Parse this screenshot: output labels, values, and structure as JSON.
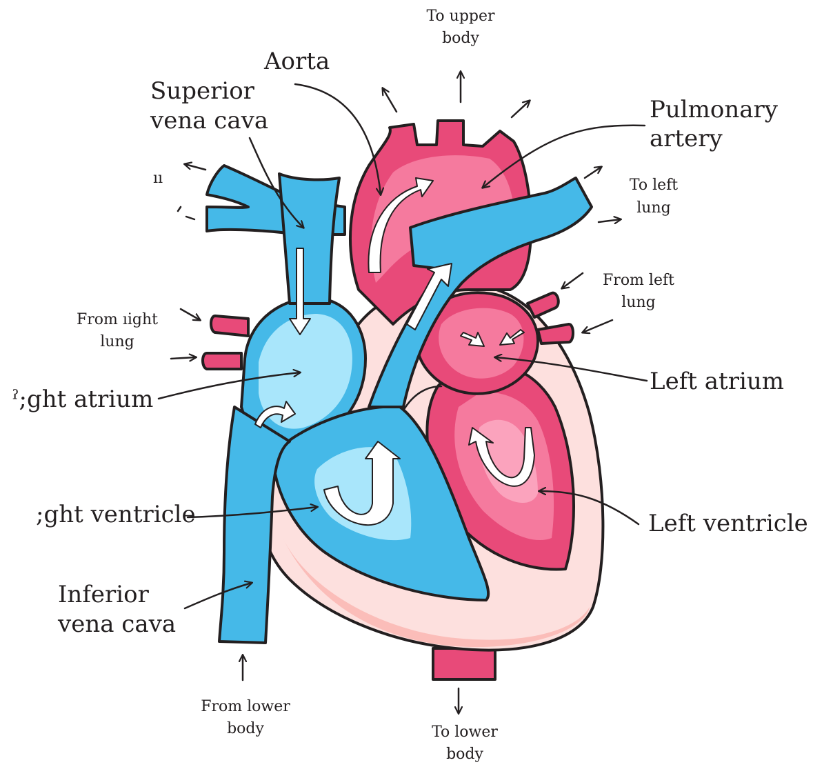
{
  "labels": {
    "to_upper_body": [
      "To upper",
      "body"
    ],
    "aorta": "Aorta",
    "superior_vena_cava": [
      "Superior",
      "vena cava"
    ],
    "pulmonary_artery": [
      "Pulmonary",
      "artery"
    ],
    "to_right_lung_fragment": "ıı",
    "to_left_lung": [
      "To left",
      "lung"
    ],
    "from_left_lung": [
      "From left",
      "lung"
    ],
    "from_right_lung": [
      "From ıight",
      "lung"
    ],
    "right_atrium": "ˀ;ght atrium",
    "left_atrium": "Left atrium",
    "right_ventricle": ";ght ventricle",
    "left_ventricle": "Left ventricle",
    "inferior_vena_cava": [
      "Inferior",
      "vena cava"
    ],
    "from_lower_body": [
      "From lower",
      "body"
    ],
    "to_lower_body": [
      "To lower",
      "body"
    ]
  },
  "colors": {
    "deoxygenated_blue": "#45b9e8",
    "light_blue": "#a9e6fb",
    "oxygenated_red": "#e84a79",
    "light_red": "#f57a9e",
    "tissue_pink": "#fde0de",
    "outline": "#231f20"
  }
}
